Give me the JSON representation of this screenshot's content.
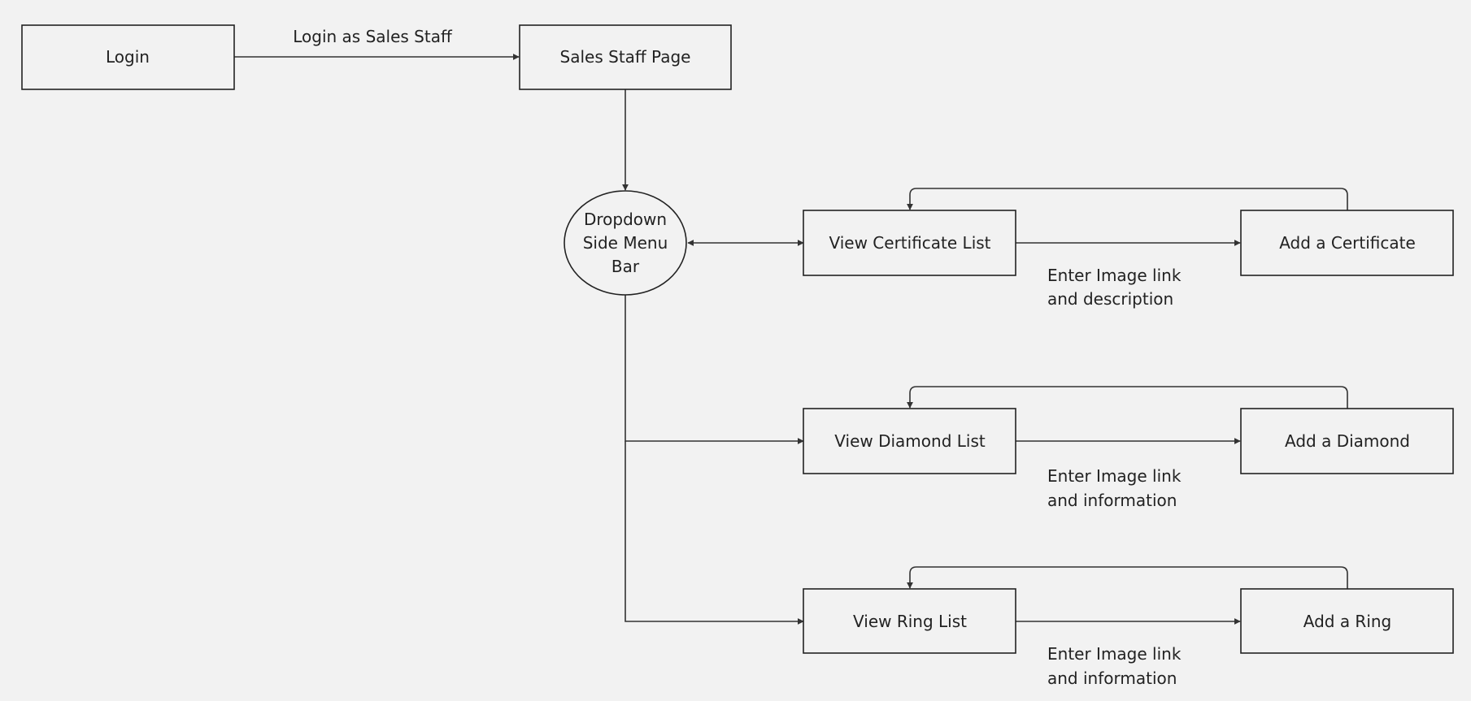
{
  "nodes": {
    "login": "Login",
    "sales_staff_page": "Sales Staff Page",
    "dropdown": [
      "Dropdown",
      "Side Menu",
      "Bar"
    ],
    "view_certificate_list": "View Certificate List",
    "add_certificate": "Add a Certificate",
    "view_diamond_list": "View Diamond List",
    "add_diamond": "Add a Diamond",
    "view_ring_list": "View Ring List",
    "add_ring": "Add a Ring"
  },
  "edge_labels": {
    "login_to_sales": "Login as Sales Staff",
    "certificate": [
      "Enter Image link",
      "and description"
    ],
    "diamond": [
      "Enter Image link",
      "and information"
    ],
    "ring": [
      "Enter Image link",
      "and information"
    ]
  },
  "colors": {
    "background": "#f2f2f2",
    "stroke": "#222222",
    "text": "#222222"
  }
}
